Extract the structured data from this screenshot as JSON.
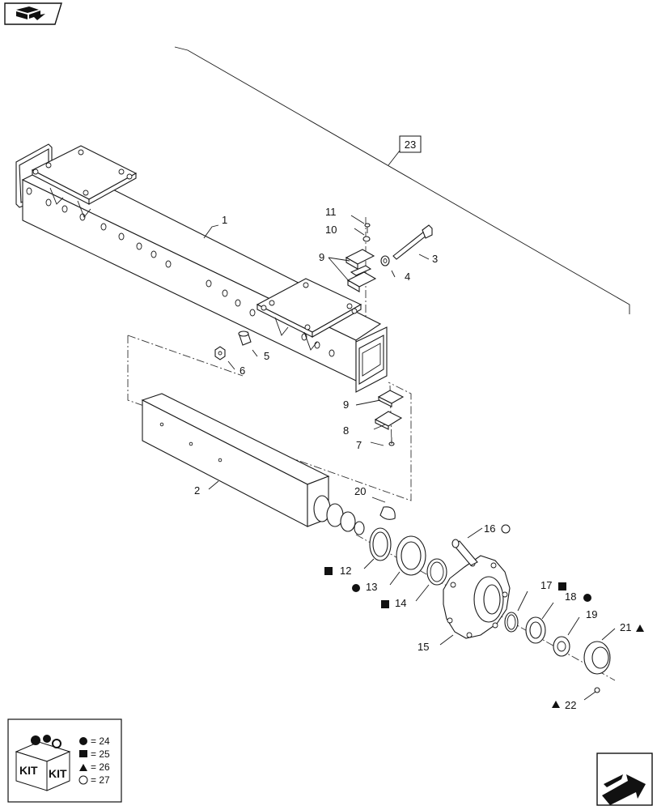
{
  "callouts": {
    "c1": "1",
    "c2": "2",
    "c3": "3",
    "c4": "4",
    "c5": "5",
    "c6": "6",
    "c7": "7",
    "c8": "8",
    "c9a": "9",
    "c9b": "9",
    "c10": "10",
    "c11": "11",
    "c12": "12",
    "c13": "13",
    "c14": "14",
    "c15": "15",
    "c16": "16",
    "c17": "17",
    "c18": "18",
    "c19": "19",
    "c20": "20",
    "c21": "21",
    "c22": "22",
    "c23": "23"
  },
  "legend": {
    "kit_label_left": "KIT",
    "kit_label_right": "KIT",
    "rows": [
      {
        "symbol": "filled-circle",
        "text": "= 24"
      },
      {
        "symbol": "filled-square",
        "text": "= 25"
      },
      {
        "symbol": "filled-triangle",
        "text": "= 26"
      },
      {
        "symbol": "hollow-circle",
        "text": "= 27"
      }
    ]
  },
  "icons": {
    "top_nav": "book-arrow-icon",
    "bottom_nav": "next-page-arrow-icon"
  }
}
